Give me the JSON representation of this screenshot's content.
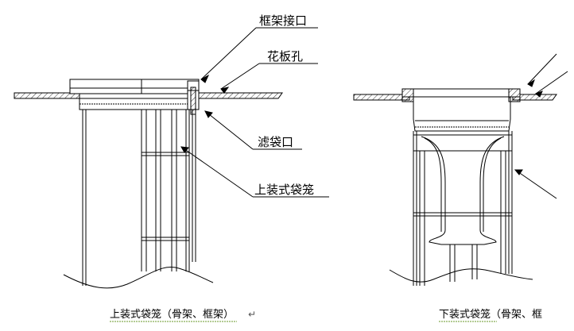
{
  "labels": {
    "frame_interface": "框架接口",
    "tube_sheet_hole": "花板孔",
    "bag_mouth": "滤袋口",
    "top_loading_cage": "上装式袋笼"
  },
  "captions": {
    "top_loading": "上装式袋笼（骨架、框架）",
    "top_loading_mark": "↵",
    "bottom_loading": "下装式袋笼（骨架、框"
  }
}
